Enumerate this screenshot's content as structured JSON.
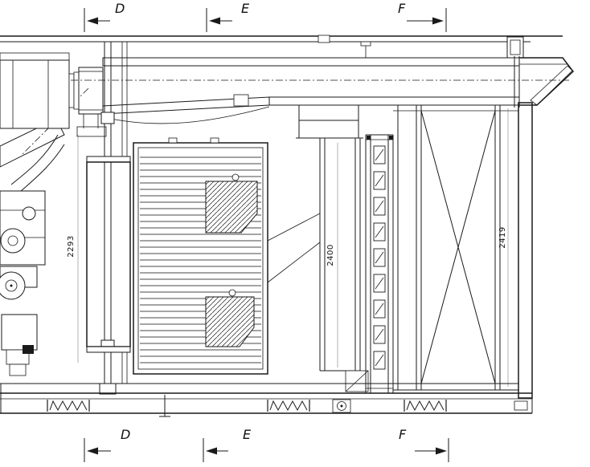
{
  "drawing": {
    "type": "engineering-section-elevation",
    "section_markers_top": [
      {
        "label": "D"
      },
      {
        "label": "E"
      },
      {
        "label": "F"
      }
    ],
    "section_markers_bottom": [
      {
        "label": "D"
      },
      {
        "label": "E"
      },
      {
        "label": "F"
      }
    ],
    "dimensions": {
      "left_louver": "2293",
      "center_unit": "2400",
      "right_frame": "2419"
    },
    "colors": {
      "ink": "#1a1a1a",
      "background": "#ffffff"
    }
  }
}
